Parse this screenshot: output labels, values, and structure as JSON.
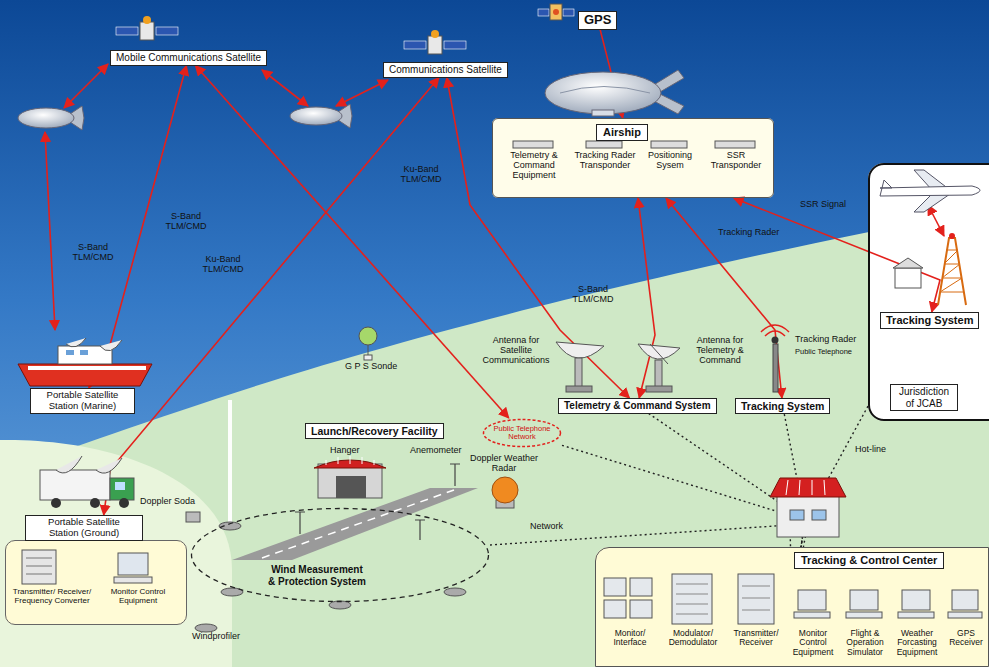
{
  "diagram": {
    "nodes": [
      {
        "text": [
          "Mobile Communications Satellite"
        ]
      },
      {
        "text": [
          "Communications Satellite"
        ]
      },
      {
        "text": [
          "GPS"
        ]
      },
      {
        "text": [
          "Airship"
        ]
      },
      {
        "text": [
          "Telemetry & Command Equipment"
        ],
        "in": 3
      },
      {
        "text": [
          "Tracking Rader Transponder"
        ],
        "in": 3
      },
      {
        "text": [
          "Positioning Sysem"
        ],
        "in": 3
      },
      {
        "text": [
          "SSR Transponder"
        ],
        "in": 3
      },
      {
        "text": [
          "Portable Satellite Station (Marine)"
        ]
      },
      {
        "text": [
          "Portable Satellite Station (Ground)"
        ]
      },
      {
        "text": [
          "Transmitter/ Receiver/ Frequency Converter"
        ],
        "in": 9
      },
      {
        "text": [
          "Monitor Control Equipment"
        ],
        "in": 9
      },
      {
        "text": [
          "Launch/Recovery Facility"
        ]
      },
      {
        "text": [
          "Wind Measurement & Protection System"
        ]
      },
      {
        "text": [
          "Public Telephone Network"
        ]
      },
      {
        "text": [
          "Telemetry & Command System"
        ]
      },
      {
        "text": [
          "Tracking System"
        ]
      },
      {
        "text": [
          "Jurisdiction of JCAB"
        ]
      },
      {
        "text": [
          "Tracking System"
        ],
        "in": 17
      },
      {
        "text": [
          "Tracking & Control Center"
        ]
      },
      {
        "text": [
          "Monitor/ Interface"
        ],
        "in": 19
      },
      {
        "text": [
          "Modulator/ Demodulator"
        ],
        "in": 19
      },
      {
        "text": [
          "Transmitter/ Receiver"
        ],
        "in": 19
      },
      {
        "text": [
          "Monitor Control Equipment"
        ],
        "in": 19
      },
      {
        "text": [
          "Flight & Operation Simulator"
        ],
        "in": 19
      },
      {
        "text": [
          "Weather Forcasting Equipment"
        ],
        "in": 19
      },
      {
        "text": [
          "GPS Receiver"
        ],
        "in": 19
      }
    ],
    "edges": [
      {
        "from": 0,
        "to": 8,
        "arrow": "both",
        "label": "S-Band TLM/CMD"
      },
      {
        "from": 0,
        "to": 14,
        "arrow": "both"
      },
      {
        "from": 1,
        "to": 9,
        "arrow": "both",
        "label": "Ku-Band TLM/CMD"
      },
      {
        "from": 1,
        "to": 15,
        "arrow": "both",
        "label": "Ku-Band TLM/CMD"
      },
      {
        "from": 2,
        "to": 3,
        "arrow": "to"
      },
      {
        "from": 3,
        "to": 15,
        "arrow": "both",
        "label": "S-Band TLM/CMD"
      },
      {
        "from": 3,
        "to": 16,
        "arrow": "both",
        "label": "Tracking Rader"
      },
      {
        "from": 3,
        "to": 18,
        "arrow": "both",
        "label": "SSR Signal"
      },
      {
        "from": 15,
        "to": 19,
        "arrow": "none"
      },
      {
        "from": 16,
        "to": 19,
        "arrow": "none"
      },
      {
        "from": 17,
        "to": 19,
        "arrow": "none",
        "label": "Hot-line"
      },
      {
        "from": 14,
        "to": 19,
        "arrow": "none"
      },
      {
        "from": 13,
        "to": 19,
        "arrow": "none",
        "label": "Network"
      }
    ],
    "labels": [
      "S-Band TLM/CMD",
      "Antenna for Satellite Communications",
      "Antenna for Telemetry & Command",
      "Tracking Rader",
      "Public Telephone",
      "G P S Sonde",
      "Hanger",
      "Anemometer",
      "Doppler Weather Radar",
      "Doppler Soda",
      "Windprofiler"
    ]
  }
}
